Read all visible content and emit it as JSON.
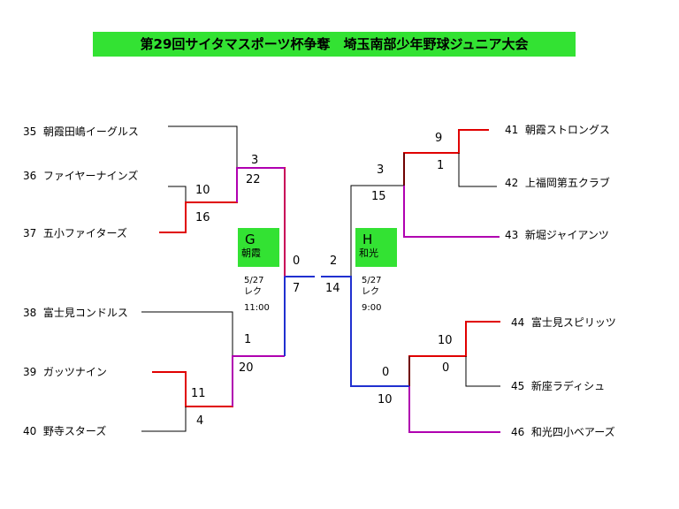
{
  "title": "第29回サイタマスポーツ杯争奪　埼玉南部少年野球ジュニア大会",
  "teams": {
    "t35": {
      "num": "35",
      "name": "朝霞田嶋イーグルス"
    },
    "t36": {
      "num": "36",
      "name": "ファイヤーナインズ"
    },
    "t37": {
      "num": "37",
      "name": "五小ファイターズ"
    },
    "t38": {
      "num": "38",
      "name": "富士見コンドルス"
    },
    "t39": {
      "num": "39",
      "name": "ガッツナイン"
    },
    "t40": {
      "num": "40",
      "name": "野寺スターズ"
    },
    "t41": {
      "num": "41",
      "name": "朝霞ストロングス"
    },
    "t42": {
      "num": "42",
      "name": "上福岡第五クラブ"
    },
    "t43": {
      "num": "43",
      "name": "新堀ジャイアンツ"
    },
    "t44": {
      "num": "44",
      "name": "富士見スピリッツ"
    },
    "t45": {
      "num": "45",
      "name": "新座ラディシュ"
    },
    "t46": {
      "num": "46",
      "name": "和光四小ベアーズ"
    }
  },
  "scores": {
    "l1_36": "10",
    "l1_37": "16",
    "l1_39": "11",
    "l1_40": "4",
    "l2_35": "3",
    "l2_3637": "22",
    "l2_38": "1",
    "l2_3940": "20",
    "lf_top": "0",
    "lf_bot": "7",
    "r1_41": "9",
    "r1_42": "1",
    "r1_44": "10",
    "r1_45": "0",
    "r2_4142": "3",
    "r2_43": "15",
    "r2_4445": "0",
    "r2_46": "10",
    "rf_top": "2",
    "rf_bot": "14"
  },
  "venues": {
    "g": {
      "letter": "G",
      "name": "朝霞",
      "date": "5/27",
      "place": "レク",
      "time": "11:00"
    },
    "h": {
      "letter": "H",
      "name": "和光",
      "date": "5/27",
      "place": "レク",
      "time": "9:00"
    }
  },
  "colors": {
    "winner": "#e00000",
    "second": "#b000b0",
    "final": "#2030d0",
    "plain": "#000000",
    "box": "#33e233"
  }
}
